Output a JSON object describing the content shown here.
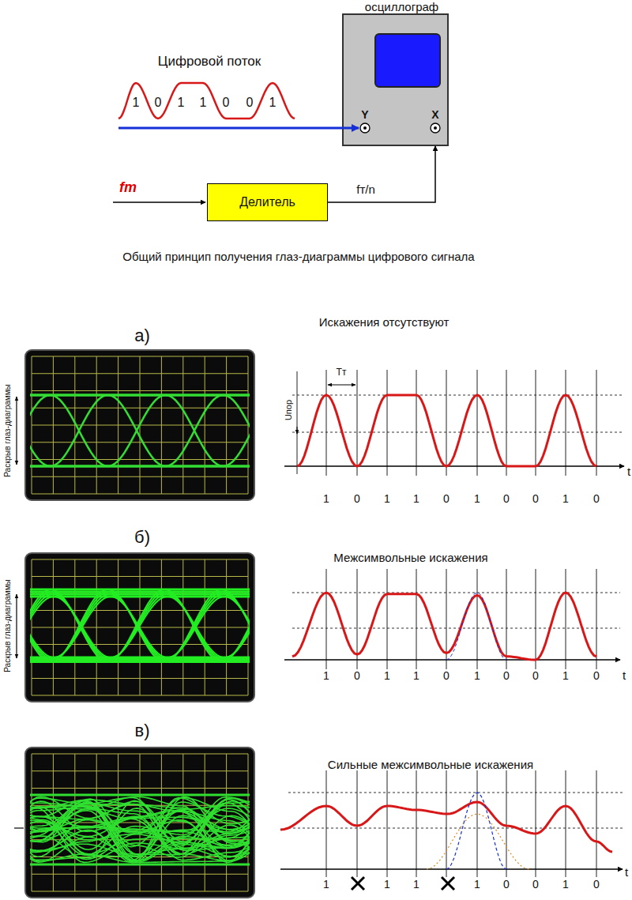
{
  "diagram": {
    "caption": "Общий принцип получения глаз-диаграммы цифрового сигнала",
    "nodes": [
      {
        "text": [
          "осциллограф",
          "Y",
          "X"
        ]
      },
      {
        "text": [
          "Делитель"
        ]
      }
    ],
    "edges": [
      {
        "from": 1,
        "to": 0,
        "arrow": "to",
        "label": "fт/n"
      }
    ],
    "labels": [
      "Цифровой поток",
      "1",
      "0",
      "1",
      "1",
      "0",
      "0",
      "1",
      "fт",
      "а)",
      "Искажения отсутствуют",
      "Раскрыв глаз-диаграммы",
      "Тт",
      "Uпор",
      "1",
      "0",
      "1",
      "1",
      "0",
      "1",
      "0",
      "0",
      "1",
      "0",
      "t",
      "б)",
      "Межсимвольные искажения",
      "Раскрыв глаз-диаграммы",
      "1",
      "0",
      "1",
      "1",
      "0",
      "1",
      "0",
      "0",
      "1",
      "0",
      "t",
      "в)",
      "Сильные межсимвольные искажения",
      "1",
      "1",
      "1",
      "1",
      "0",
      "0",
      "1",
      "0",
      "t"
    ]
  }
}
